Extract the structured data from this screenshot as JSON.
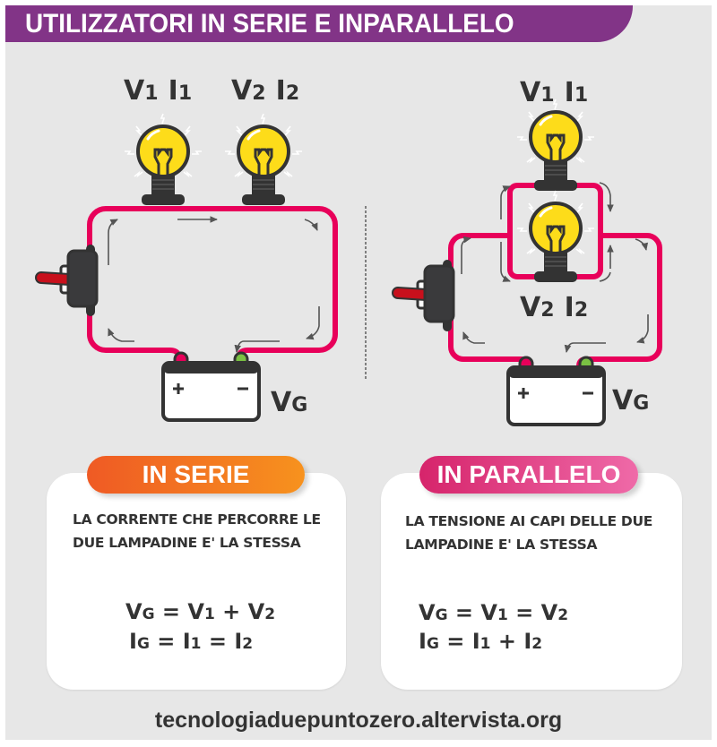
{
  "title": "UTILIZZATORI IN SERIE E INPARALLELO",
  "colors": {
    "title_bg": "#823487",
    "background": "#e7e7e7",
    "wire": "#e8005a",
    "bulb": "#fddc1a",
    "dark": "#333333",
    "serie_pill_start": "#ef5a24",
    "serie_pill_end": "#f7921e",
    "parallel_pill_start": "#d6246b",
    "parallel_pill_end": "#ef6aa8",
    "switch_lever": "#c8101c",
    "battery_plus_terminal": "#e8005a",
    "battery_minus_terminal": "#7ac143"
  },
  "series_circuit": {
    "bulb1": {
      "v": "V",
      "v_sub": "1",
      "i": "I",
      "i_sub": "1"
    },
    "bulb2": {
      "v": "V",
      "v_sub": "2",
      "i": "I",
      "i_sub": "2"
    },
    "battery": {
      "label": "V",
      "label_sub": "G",
      "plus": "+",
      "minus": "−"
    }
  },
  "parallel_circuit": {
    "bulb1": {
      "v": "V",
      "v_sub": "1",
      "i": "I",
      "i_sub": "1"
    },
    "bulb2": {
      "v": "V",
      "v_sub": "2",
      "i": "I",
      "i_sub": "2"
    },
    "battery": {
      "label": "V",
      "label_sub": "G",
      "plus": "+",
      "minus": "−"
    }
  },
  "cards": {
    "serie": {
      "heading": "IN SERIE",
      "description": "LA CORRENTE CHE PERCORRE LE DUE LAMPADINE E' LA STESSA",
      "formula1": {
        "a": "V",
        "a_sub": "G",
        "op1": " = ",
        "b": "V",
        "b_sub": "1",
        "op2": " + ",
        "c": "V",
        "c_sub": "2"
      },
      "formula2": {
        "a": "I",
        "a_sub": "G",
        "op1": " = ",
        "b": "I",
        "b_sub": "1",
        "op2": " = ",
        "c": "I",
        "c_sub": "2"
      }
    },
    "parallelo": {
      "heading": "IN PARALLELO",
      "description": "LA TENSIONE AI CAPI DELLE DUE LAMPADINE E' LA STESSA",
      "formula1": {
        "a": "V",
        "a_sub": "G",
        "op1": " = ",
        "b": "V",
        "b_sub": "1",
        "op2": " = ",
        "c": "V",
        "c_sub": "2"
      },
      "formula2": {
        "a": "I",
        "a_sub": "G",
        "op1": " = ",
        "b": "I",
        "b_sub": "1",
        "op2": " + ",
        "c": "I",
        "c_sub": "2"
      }
    }
  },
  "footer": "tecnologiaduepuntozero.altervista.org"
}
